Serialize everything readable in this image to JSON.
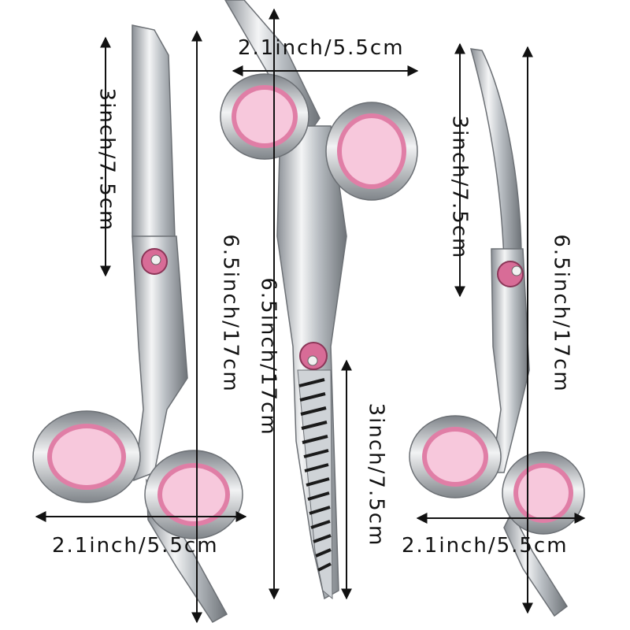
{
  "product_photo": {
    "description_items": [
      "straight-scissors",
      "thinning-shears",
      "curved-scissors"
    ],
    "accent_color": "#e0789e",
    "metal_color": "#c8ccd0"
  },
  "labels": {
    "left_blade_length": "3inch/7.5cm",
    "left_total_length": "6.5inch/17cm",
    "left_width": "2.1inch/5.5cm",
    "middle_top_width": "2.1inch/5.5cm",
    "middle_total_length": "6.5inch/17cm",
    "middle_blade_length": "3inch/7.5cm",
    "right_blade_length": "3inch/7.5cm",
    "right_total_length": "6.5inch/17cm",
    "right_width": "2.1inch/5.5cm"
  }
}
